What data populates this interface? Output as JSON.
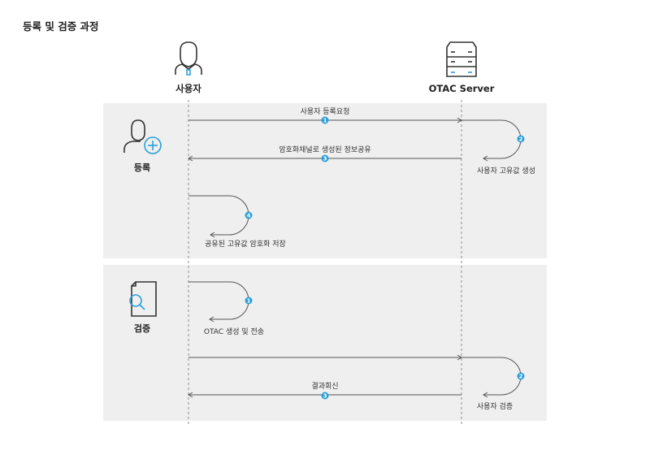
{
  "title": "등록 및 검증 과정",
  "actors": {
    "user": "사용자",
    "server": "OTAC Server"
  },
  "colors": {
    "accent": "#2b9fd9",
    "panel": "#efefef",
    "line": "#555555"
  },
  "sections": {
    "register": {
      "label": "등록",
      "icon": "user-add-icon",
      "steps": [
        {
          "num": "1",
          "label": "사용자 등록요청"
        },
        {
          "num": "2",
          "label": "사용자 고유값 생성"
        },
        {
          "num": "3",
          "label": "암호화채널로 생성된 정보공유"
        },
        {
          "num": "4",
          "label": "공유된 고유값 암호화 저장"
        }
      ]
    },
    "verify": {
      "label": "검증",
      "icon": "document-search-icon",
      "steps": [
        {
          "num": "1",
          "label": "OTAC 생성 및 전송"
        },
        {
          "num": "2",
          "label": "사용자 검증"
        },
        {
          "num": "3",
          "label": "결과회신"
        }
      ]
    }
  }
}
